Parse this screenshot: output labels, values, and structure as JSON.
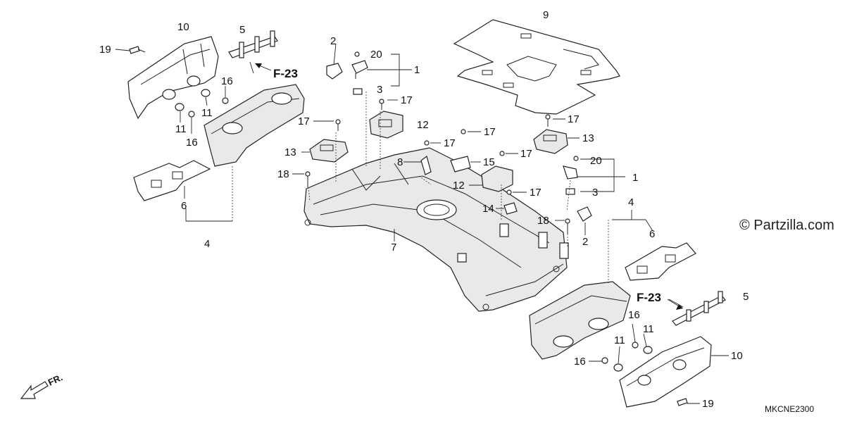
{
  "watermark": "© Partzilla.com",
  "diagram_code": "MKCNE2300",
  "front_label": "FR.",
  "callouts": [
    {
      "id": "c10a",
      "text": "10"
    },
    {
      "id": "c5a",
      "text": "5"
    },
    {
      "id": "c19a",
      "text": "19"
    },
    {
      "id": "c16a",
      "text": "16"
    },
    {
      "id": "c11a",
      "text": "11"
    },
    {
      "id": "c11b",
      "text": "11"
    },
    {
      "id": "c16b",
      "text": "16"
    },
    {
      "id": "c6a",
      "text": "6"
    },
    {
      "id": "c4a",
      "text": "4"
    },
    {
      "id": "c2a",
      "text": "2"
    },
    {
      "id": "c20a",
      "text": "20"
    },
    {
      "id": "c1a",
      "text": "1"
    },
    {
      "id": "c3a",
      "text": "3"
    },
    {
      "id": "c17a",
      "text": "17"
    },
    {
      "id": "c17b",
      "text": "17"
    },
    {
      "id": "c13a",
      "text": "13"
    },
    {
      "id": "c18a",
      "text": "18"
    },
    {
      "id": "c12a",
      "text": "12"
    },
    {
      "id": "c17c",
      "text": "17"
    },
    {
      "id": "c17d",
      "text": "17"
    },
    {
      "id": "c8",
      "text": "8"
    },
    {
      "id": "c15",
      "text": "15"
    },
    {
      "id": "c17e",
      "text": "17"
    },
    {
      "id": "c12b",
      "text": "12"
    },
    {
      "id": "c17f",
      "text": "17"
    },
    {
      "id": "c14",
      "text": "14"
    },
    {
      "id": "c7",
      "text": "7"
    },
    {
      "id": "c9",
      "text": "9"
    },
    {
      "id": "c17g",
      "text": "17"
    },
    {
      "id": "c13b",
      "text": "13"
    },
    {
      "id": "c20b",
      "text": "20"
    },
    {
      "id": "c1b",
      "text": "1"
    },
    {
      "id": "c3b",
      "text": "3"
    },
    {
      "id": "c18b",
      "text": "18"
    },
    {
      "id": "c2b",
      "text": "2"
    },
    {
      "id": "c4b",
      "text": "4"
    },
    {
      "id": "c6b",
      "text": "6"
    },
    {
      "id": "c5b",
      "text": "5"
    },
    {
      "id": "c16c",
      "text": "16"
    },
    {
      "id": "c11c",
      "text": "11"
    },
    {
      "id": "c11d",
      "text": "11"
    },
    {
      "id": "c16d",
      "text": "16"
    },
    {
      "id": "c10b",
      "text": "10"
    },
    {
      "id": "c19b",
      "text": "19"
    }
  ],
  "references": [
    {
      "id": "ref1",
      "text": "F-23"
    },
    {
      "id": "ref2",
      "text": "F-23"
    }
  ]
}
